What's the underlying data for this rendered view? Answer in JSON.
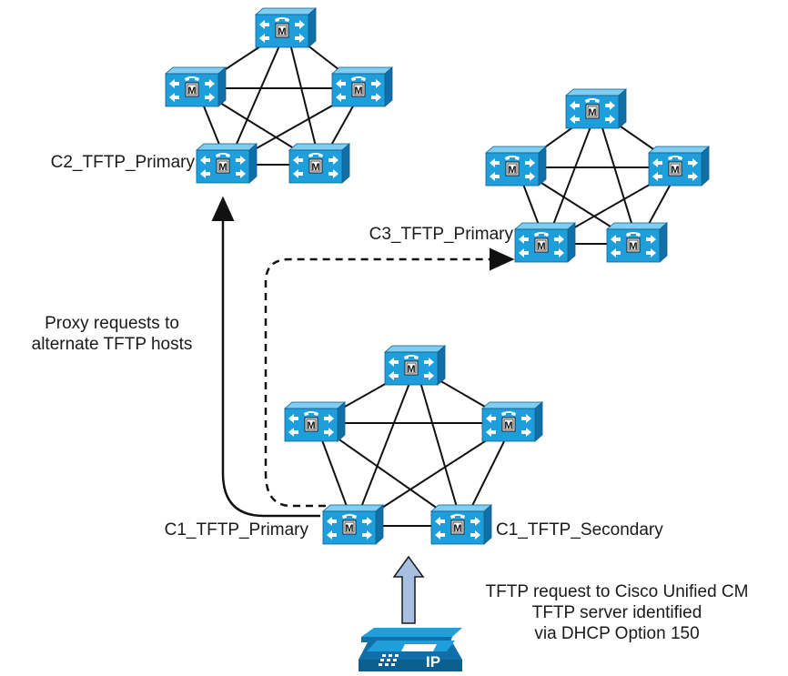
{
  "labels": {
    "c2_primary": "C2_TFTP_Primary",
    "c3_primary": "C3_TFTP_Primary",
    "c1_primary": "C1_TFTP_Primary",
    "c1_secondary": "C1_TFTP_Secondary",
    "proxy_line1": "Proxy requests to",
    "proxy_line2": "alternate TFTP hosts",
    "tftp_line1": "TFTP request to Cisco Unified CM",
    "tftp_line2": "TFTP server identified",
    "tftp_line3": "via DHCP Option 150",
    "server_glyph": "M",
    "phone_glyph": "IP"
  },
  "clusters": [
    {
      "name": "cluster-c2",
      "nodes": 5,
      "topology": "full-mesh"
    },
    {
      "name": "cluster-c3",
      "nodes": 5,
      "topology": "full-mesh"
    },
    {
      "name": "cluster-c1",
      "nodes": 5,
      "topology": "full-mesh"
    }
  ],
  "colors": {
    "server_front": "#1e9fdc",
    "server_top": "#7fcdf1",
    "server_side": "#0f6fa6",
    "link": "#111111",
    "request_arrow": "#a7bfe0",
    "phone": "#1e9fdc"
  },
  "icons": {
    "server": "call-manager-server-icon",
    "phone": "ip-phone-icon",
    "request_arrow": "up-arrow-icon"
  }
}
